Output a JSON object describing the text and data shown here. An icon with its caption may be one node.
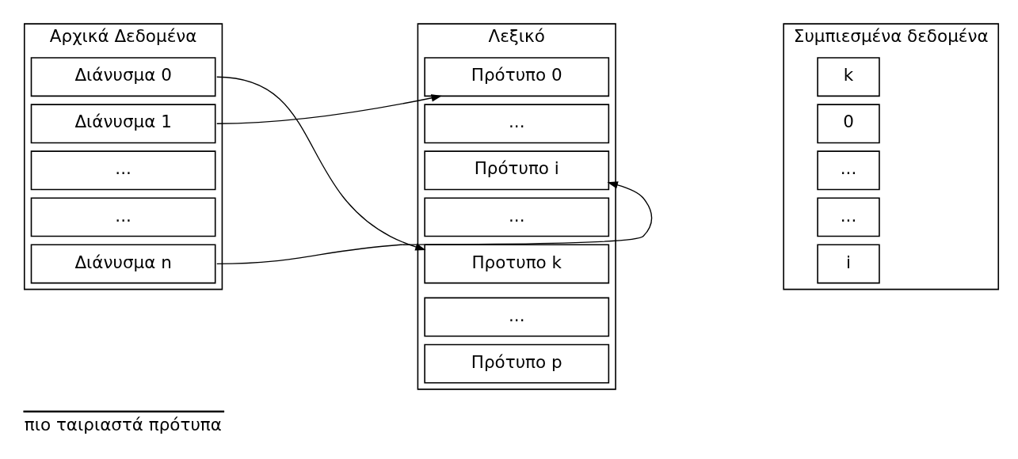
{
  "diagram": {
    "nodes": [
      {
        "text": [
          "Αρχικά Δεδομένα"
        ]
      },
      {
        "text": [
          "Διάνυσμα 0"
        ],
        "in": 0
      },
      {
        "text": [
          "Διάνυσμα 1"
        ],
        "in": 0
      },
      {
        "text": [
          "..."
        ],
        "in": 0
      },
      {
        "text": [
          "..."
        ],
        "in": 0
      },
      {
        "text": [
          "Διάνυσμα n"
        ],
        "in": 0
      },
      {
        "text": [
          "Λεξικό"
        ]
      },
      {
        "text": [
          "Πρότυπο 0"
        ],
        "in": 6
      },
      {
        "text": [
          "..."
        ],
        "in": 6
      },
      {
        "text": [
          "Πρότυπο i"
        ],
        "in": 6
      },
      {
        "text": [
          "..."
        ],
        "in": 6
      },
      {
        "text": [
          "Προτυπο k"
        ],
        "in": 6
      },
      {
        "text": [
          "..."
        ],
        "in": 6
      },
      {
        "text": [
          "Πρότυπο p"
        ],
        "in": 6
      },
      {
        "text": [
          "Συμπιεσμένα δεδομένα"
        ]
      },
      {
        "text": [
          "k"
        ],
        "in": 14
      },
      {
        "text": [
          "0"
        ],
        "in": 14
      },
      {
        "text": [
          "..."
        ],
        "in": 14
      },
      {
        "text": [
          "..."
        ],
        "in": 14
      },
      {
        "text": [
          "i"
        ],
        "in": 14
      }
    ],
    "edges": [
      {
        "from": 1,
        "to": 11,
        "arrow": "to"
      },
      {
        "from": 2,
        "to": 7,
        "arrow": "to"
      },
      {
        "from": 5,
        "to": 9,
        "arrow": "to"
      }
    ],
    "legend": [
      {
        "text": "πιο ταιριαστά πρότυπα"
      }
    ]
  }
}
